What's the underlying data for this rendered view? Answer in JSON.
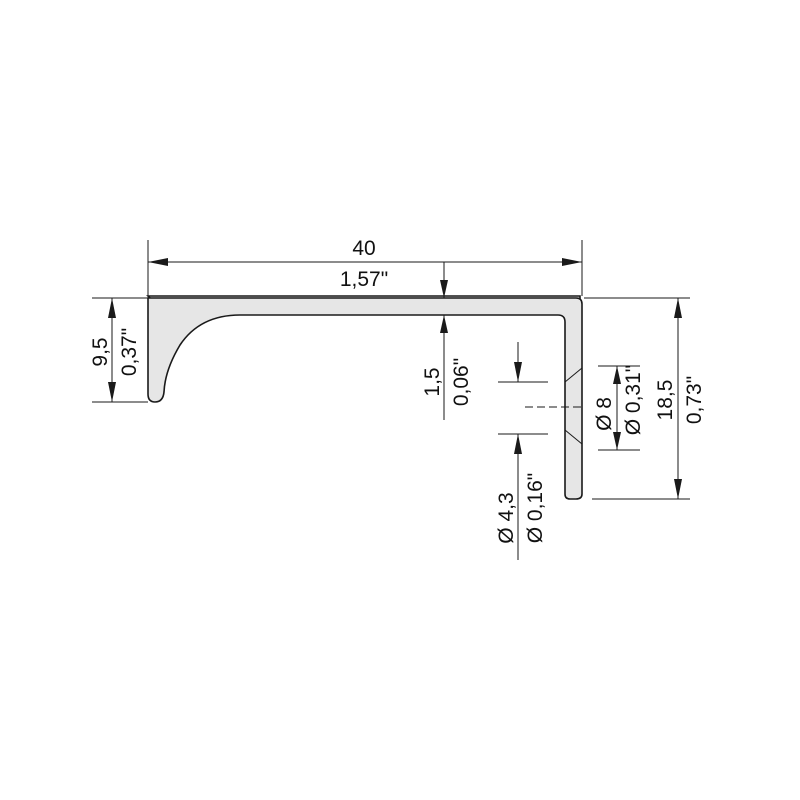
{
  "dimensions": {
    "width": {
      "mm": "40",
      "inch": "1,57\""
    },
    "left_height": {
      "mm": "9,5",
      "inch": "0,37\""
    },
    "wall_thickness": {
      "mm": "1,5",
      "inch": "0,06\""
    },
    "hole_small": {
      "mm": "Ø 4,3",
      "inch": "Ø 0,16\""
    },
    "hole_large": {
      "mm": "Ø 8",
      "inch": "Ø 0,31\""
    },
    "total_height": {
      "mm": "18,5",
      "inch": "0,73\""
    }
  }
}
